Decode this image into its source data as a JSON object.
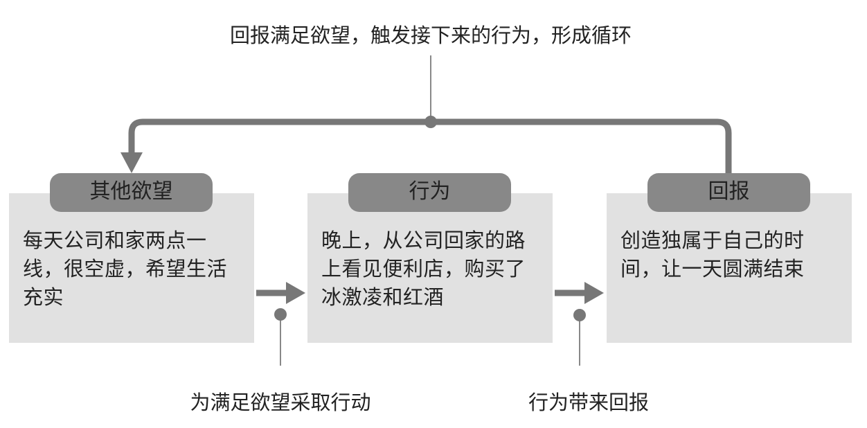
{
  "top_caption": "回报满足欲望，触发接下来的行为，形成循环",
  "stages": [
    {
      "title": "其他欲望",
      "text": "每天公司和家两点一线，很空虚，希望生活充实"
    },
    {
      "title": "行为",
      "text": "晚上，从公司回家的路上看见便利店，购买了冰激凌和红酒"
    },
    {
      "title": "回报",
      "text": "创造独属于自己的时间，让一天圆满结束"
    }
  ],
  "transitions": [
    {
      "label": "为满足欲望采取行动"
    },
    {
      "label": "行为带来回报"
    }
  ],
  "colors": {
    "box": "#e1e1e1",
    "pill": "#888888",
    "connector": "#777777"
  }
}
